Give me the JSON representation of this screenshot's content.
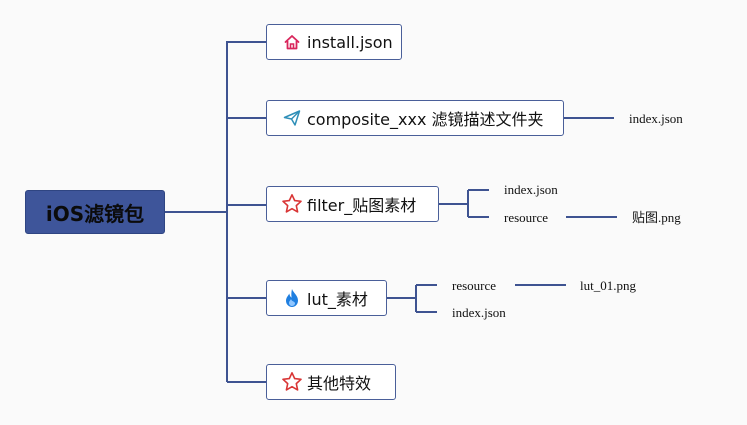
{
  "root": {
    "label": "iOS滤镜包"
  },
  "branches": [
    {
      "label": "install.json",
      "icon": "home-icon",
      "children": []
    },
    {
      "label": "composite_xxx 滤镜描述文件夹",
      "icon": "paper-plane-icon",
      "children": [
        "index.json"
      ]
    },
    {
      "label": "filter_贴图素材",
      "icon": "star-icon",
      "children": [
        "index.json",
        "resource"
      ],
      "grandchildren": [
        "贴图.png"
      ]
    },
    {
      "label": "lut_素材",
      "icon": "flame-icon",
      "children": [
        "resource",
        "index.json"
      ],
      "grandchildren": [
        "lut_01.png"
      ]
    },
    {
      "label": "其他特效",
      "icon": "star-icon",
      "children": []
    }
  ],
  "colors": {
    "root_fill": "#3e559a",
    "connector": "#3e5391",
    "node_border": "#4a5f99",
    "home_icon": "#d9265c",
    "plane_icon": "#2f8fb8",
    "star_icon": "#d93636",
    "flame_icon": "#1f7fe0"
  }
}
